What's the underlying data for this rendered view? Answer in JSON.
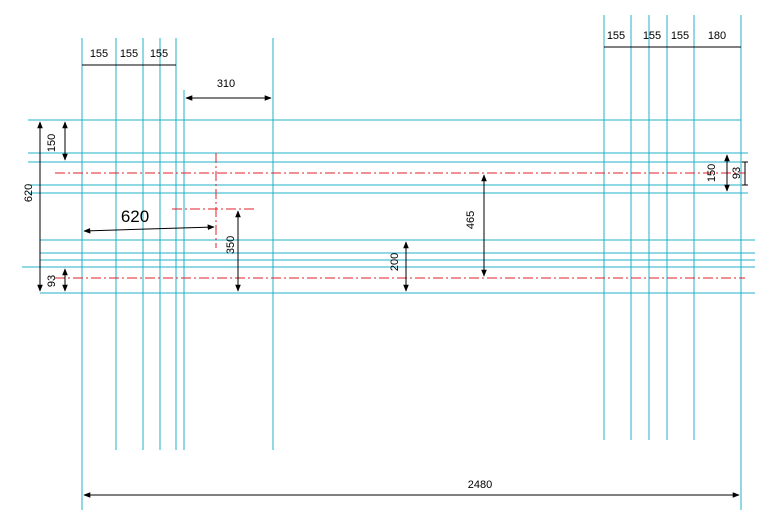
{
  "colors": {
    "background": "#ffffff",
    "gridline": "#1fb0c8",
    "centerline": "#e0202a",
    "dimension": "#000000"
  },
  "dimensions": {
    "top_left_widths": [
      "155",
      "155",
      "155"
    ],
    "top_right_widths": [
      "155",
      "155",
      "155",
      "180"
    ],
    "gap_width": "310",
    "total_width": "2480",
    "left_total_height": "620",
    "left_top_offset": "150",
    "left_bottom_offset": "93",
    "inner_width": "620",
    "inner_height": "350",
    "middle_height": "200",
    "center_height": "465",
    "right_top_offset": "150",
    "right_small_offset": "93"
  }
}
